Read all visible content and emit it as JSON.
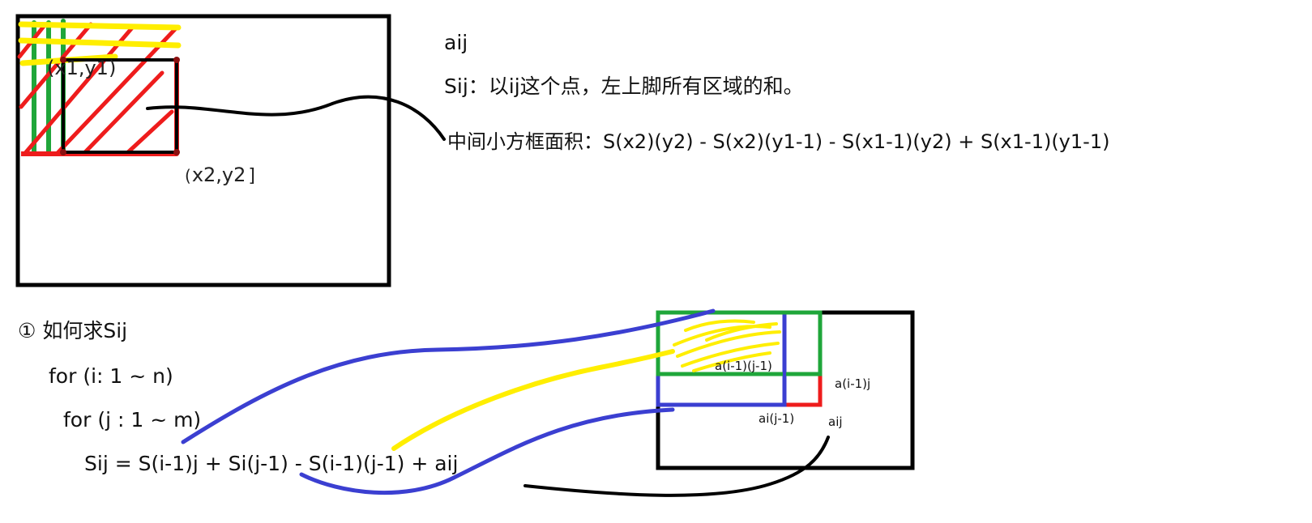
{
  "colors": {
    "black": "#000000",
    "red": "#ee1c1c",
    "green": "#1fa63a",
    "yellow": "#ffee00",
    "blue": "#3b3fd1"
  },
  "labels": {
    "point_tl": "(x1,y1)",
    "point_br": "x2,y2",
    "point_br_open": "(",
    "point_br_close": "]"
  },
  "notes": {
    "aij": "aij",
    "sij_def": "Sij：以ij这个点，左上脚所有区域的和。",
    "area_formula": "中间小方框面积：S(x2)(y2) - S(x2)(y1-1) - S(x1-1)(y2) + S(x1-1)(y1-1)"
  },
  "steps": {
    "heading": "① 如何求Sij",
    "loop_i": "for (i: 1 ~ n)",
    "loop_j": "for (j : 1 ~ m)",
    "recurrence": "Sij = S(i-1)j + Si(j-1) - S(i-1)(j-1) + aij"
  },
  "grid_labels": {
    "diag": "a(i-1)(j-1)",
    "up": "a(i-1)j",
    "left": "ai(j-1)",
    "cell": "aij"
  }
}
